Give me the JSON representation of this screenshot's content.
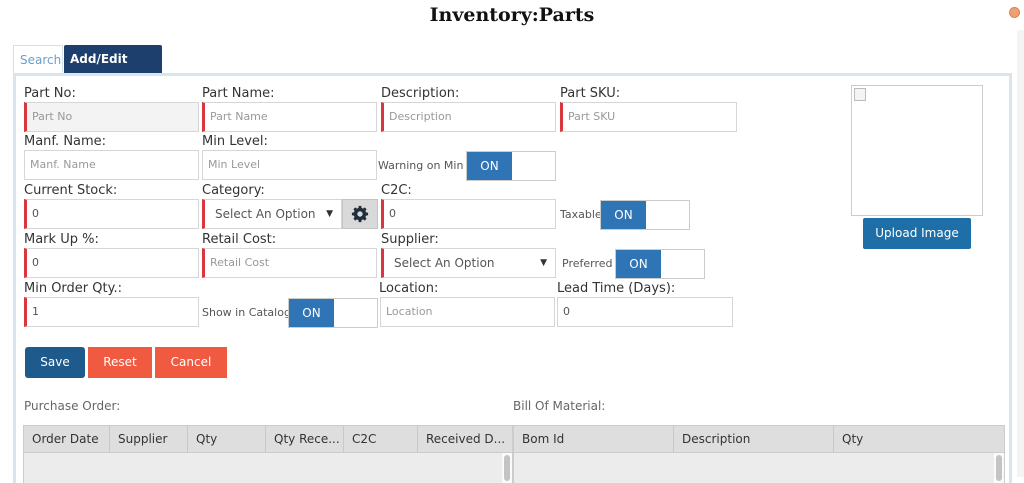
{
  "window": {
    "title": "Inventory:Parts"
  },
  "tabs": [
    {
      "label": "Search"
    },
    {
      "label": "Add/Edit Parts"
    }
  ],
  "form": {
    "part_no": {
      "label": "Part No:",
      "placeholder": "Part No"
    },
    "part_name": {
      "label": "Part Name:",
      "placeholder": "Part Name"
    },
    "description": {
      "label": "Description:",
      "placeholder": "Description"
    },
    "part_sku": {
      "label": "Part SKU:",
      "placeholder": "Part SKU"
    },
    "manf_name": {
      "label": "Manf. Name:",
      "placeholder": "Manf. Name"
    },
    "min_level": {
      "label": "Min Level:",
      "placeholder": "Min Level"
    },
    "warning_on_min": {
      "label": "Warning on Min",
      "state": "ON"
    },
    "current_stock": {
      "label": "Current Stock:",
      "value": "0"
    },
    "category": {
      "label": "Category:",
      "selected": "Select An Option"
    },
    "c2c": {
      "label": "C2C:",
      "value": "0"
    },
    "taxable": {
      "label": "Taxable",
      "state": "ON"
    },
    "mark_up": {
      "label": "Mark Up %:",
      "value": "0"
    },
    "retail_cost": {
      "label": "Retail Cost:",
      "placeholder": "Retail Cost"
    },
    "supplier": {
      "label": "Supplier:",
      "selected": "Select An Option"
    },
    "preferred": {
      "label": "Preferred",
      "state": "ON"
    },
    "min_order_qty": {
      "label": "Min Order Qty.:",
      "value": "1"
    },
    "show_in_catalog": {
      "label": "Show in Catalog",
      "state": "ON"
    },
    "location": {
      "label": "Location:",
      "placeholder": "Location"
    },
    "lead_time": {
      "label": "Lead Time (Days):",
      "value": "0"
    }
  },
  "image": {
    "upload_label": "Upload Image"
  },
  "actions": {
    "save": "Save",
    "reset": "Reset",
    "cancel": "Cancel"
  },
  "purchase_order": {
    "title": "Purchase Order:",
    "columns": [
      "Order Date",
      "Supplier",
      "Qty",
      "Qty Rece...",
      "C2C",
      "Received D..."
    ]
  },
  "bill_of_material": {
    "title": "Bill Of Material:",
    "columns": [
      "Bom Id",
      "Description",
      "Qty"
    ]
  },
  "icons": {
    "category_settings": "gear-icon",
    "close": "close-dot-icon"
  },
  "colors": {
    "primary": "#1e5a8c",
    "accent_toggle": "#2f74b5",
    "danger": "#f05a40",
    "required_border": "#d9363e",
    "tab_active": "#1d3f6e"
  }
}
